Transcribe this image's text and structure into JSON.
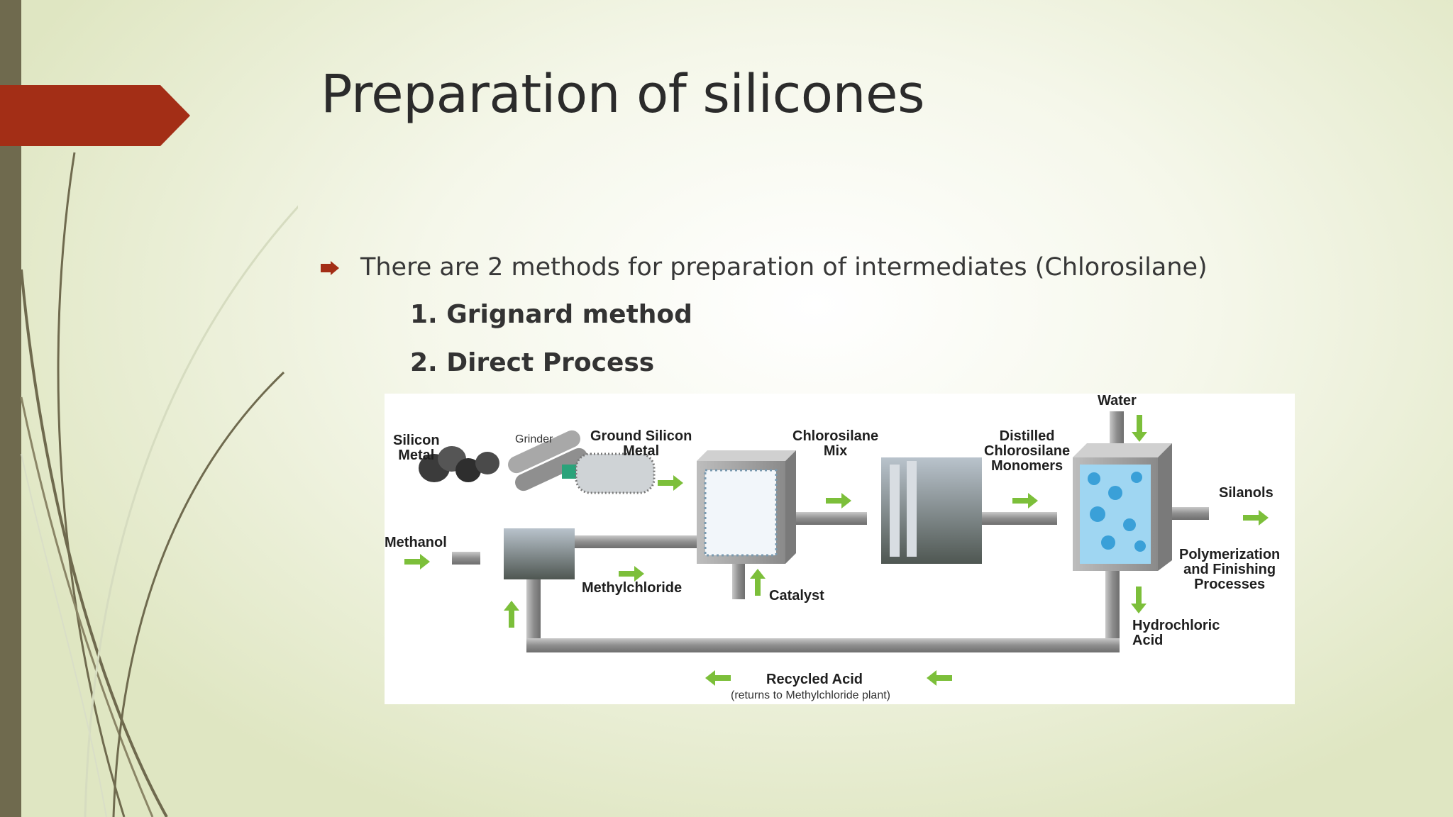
{
  "title": "Preparation of silicones",
  "bullet": "There are 2 methods for preparation of intermediates (Chlorosilane)",
  "methods": [
    "1. Grignard  method",
    "2. Direct Process"
  ],
  "diagram": {
    "silicon_metal": [
      "Silicon",
      "Metal"
    ],
    "grinder": "Grinder",
    "ground_silicon_metal": [
      "Ground Silicon",
      "Metal"
    ],
    "chlorosilane_mix": [
      "Chlorosilane",
      "Mix"
    ],
    "distilled": [
      "Distilled",
      "Chlorosilane",
      "Monomers"
    ],
    "water": "Water",
    "silanols": "Silanols",
    "methanol": "Methanol",
    "methylchloride": "Methylchloride",
    "catalyst": "Catalyst",
    "polymerization": [
      "Polymerization",
      "and Finishing",
      "Processes"
    ],
    "hydrochloric": [
      "Hydrochloric",
      "Acid"
    ],
    "recycled_acid": "Recycled Acid",
    "recycled_note": "(returns to Methylchloride plant)"
  },
  "colors": {
    "accent": "#a32e16",
    "arrow_green": "#7cbf3a",
    "pipe": "#9a9a9a"
  }
}
